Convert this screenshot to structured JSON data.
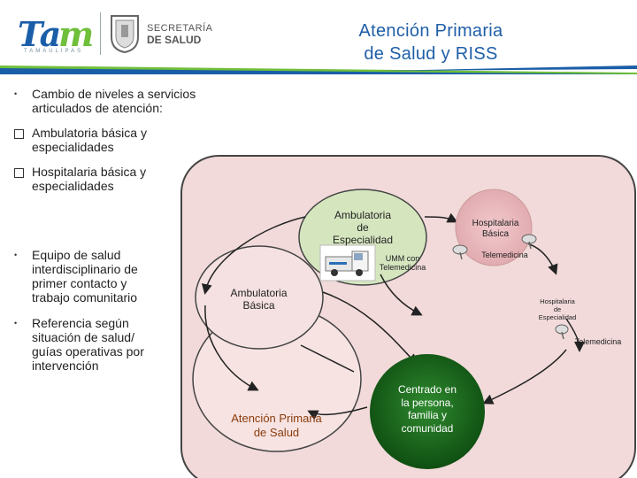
{
  "header": {
    "title_line1": "Atención Primaria",
    "title_line2": "de Salud  y RISS",
    "logo_text": "Tam",
    "logo_subtext": "TAMAULIPAS",
    "secretaria_line1": "SECRETARÍA",
    "secretaria_line2": "DE SALUD"
  },
  "bullets_top": [
    {
      "marker": "•",
      "text_line1": "Cambio de niveles a servicios",
      "text_line2": "articulados de atención:"
    },
    {
      "marker": "checkbox",
      "text_line1": "Ambulatoria básica y",
      "text_line2": "especialidades"
    },
    {
      "marker": "checkbox",
      "text_line1": "Hospitalaria básica y",
      "text_line2": "especialidades"
    }
  ],
  "bullets_bottom": [
    {
      "marker": "•",
      "lines": [
        "Equipo de salud",
        "interdisciplinario de",
        "primer contacto y",
        "trabajo comunitario"
      ]
    },
    {
      "marker": "•",
      "lines": [
        "Referencia según",
        "situación de salud/",
        "guías operativas por",
        "intervención"
      ]
    }
  ],
  "diagram": {
    "amb_especialidad": [
      "Ambulatoria",
      "de",
      "Especialidad"
    ],
    "umm": [
      "UMM con",
      "Telemedicina"
    ],
    "hosp_basica": [
      "Hospitalaria",
      "Básica"
    ],
    "telemedicina": "Telemedicina",
    "amb_basica": [
      "Ambulatoria",
      "Básica"
    ],
    "hosp_especialidad": [
      "Hospitalaria",
      "de",
      "Especialidad"
    ],
    "telemedicina_2": "Telemedicina",
    "aps": [
      "Atención Primaria",
      "de Salud"
    ],
    "centro": [
      "Centrado en",
      "la persona,",
      "familia y",
      "comunidad"
    ]
  },
  "colors": {
    "title_blue": "#1f5fa8",
    "panel_pink": "#f2dada",
    "green_ellipse": "#d5e6bf",
    "dark_green": "#1f6b1f",
    "aps_brown": "#8a3c0c"
  }
}
